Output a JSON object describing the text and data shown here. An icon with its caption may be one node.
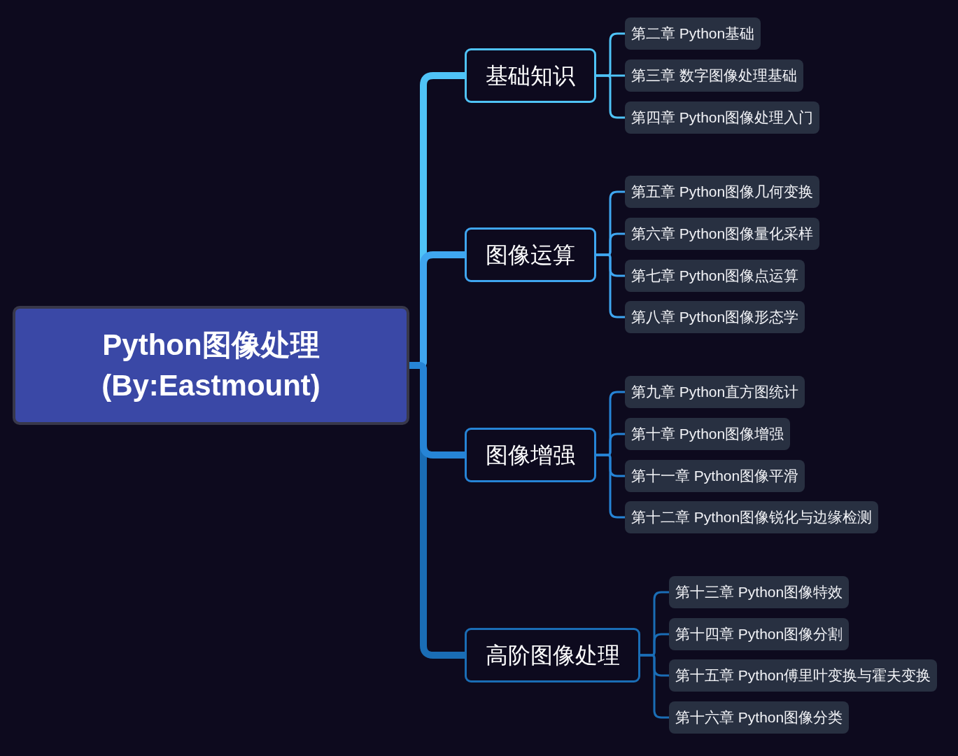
{
  "diagram": {
    "nodes": [
      {
        "text": [
          "Python图像处理",
          "(By:Eastmount)"
        ]
      },
      {
        "text": [
          "基础知识"
        ]
      },
      {
        "text": [
          "第二章 Python基础"
        ]
      },
      {
        "text": [
          "第三章 数字图像处理基础"
        ]
      },
      {
        "text": [
          "第四章 Python图像处理入门"
        ]
      },
      {
        "text": [
          "图像运算"
        ]
      },
      {
        "text": [
          "第五章 Python图像几何变换"
        ]
      },
      {
        "text": [
          "第六章 Python图像量化采样"
        ]
      },
      {
        "text": [
          "第七章 Python图像点运算"
        ]
      },
      {
        "text": [
          "第八章 Python图像形态学"
        ]
      },
      {
        "text": [
          "图像增强"
        ]
      },
      {
        "text": [
          "第九章 Python直方图统计"
        ]
      },
      {
        "text": [
          "第十章 Python图像增强"
        ]
      },
      {
        "text": [
          "第十一章 Python图像平滑"
        ]
      },
      {
        "text": [
          "第十二章 Python图像锐化与边缘检测"
        ]
      },
      {
        "text": [
          "高阶图像处理"
        ]
      },
      {
        "text": [
          "第十三章 Python图像特效"
        ]
      },
      {
        "text": [
          "第十四章 Python图像分割"
        ]
      },
      {
        "text": [
          "第十五章 Python傅里叶变换与霍夫变换"
        ]
      },
      {
        "text": [
          "第十六章 Python图像分类"
        ]
      }
    ],
    "edges": [
      {
        "from": 0,
        "to": 1,
        "arrow": "none",
        "style": "thick",
        "color": "#4fc3f7"
      },
      {
        "from": 1,
        "to": 2,
        "arrow": "none",
        "color": "#4fc3f7"
      },
      {
        "from": 1,
        "to": 3,
        "arrow": "none",
        "color": "#4fc3f7"
      },
      {
        "from": 1,
        "to": 4,
        "arrow": "none",
        "color": "#4fc3f7"
      },
      {
        "from": 0,
        "to": 5,
        "arrow": "none",
        "style": "thick",
        "color": "#3fa6f0"
      },
      {
        "from": 5,
        "to": 6,
        "arrow": "none",
        "color": "#3fa6f0"
      },
      {
        "from": 5,
        "to": 7,
        "arrow": "none",
        "color": "#3fa6f0"
      },
      {
        "from": 5,
        "to": 8,
        "arrow": "none",
        "color": "#3fa6f0"
      },
      {
        "from": 5,
        "to": 9,
        "arrow": "none",
        "color": "#3fa6f0"
      },
      {
        "from": 0,
        "to": 10,
        "arrow": "none",
        "style": "thick",
        "color": "#2684d6"
      },
      {
        "from": 10,
        "to": 11,
        "arrow": "none",
        "color": "#2684d6"
      },
      {
        "from": 10,
        "to": 12,
        "arrow": "none",
        "color": "#2684d6"
      },
      {
        "from": 10,
        "to": 13,
        "arrow": "none",
        "color": "#2684d6"
      },
      {
        "from": 10,
        "to": 14,
        "arrow": "none",
        "color": "#2684d6"
      },
      {
        "from": 0,
        "to": 15,
        "arrow": "none",
        "style": "thick",
        "color": "#1a6db5"
      },
      {
        "from": 15,
        "to": 16,
        "arrow": "none",
        "color": "#1a6db5"
      },
      {
        "from": 15,
        "to": 17,
        "arrow": "none",
        "color": "#1a6db5"
      },
      {
        "from": 15,
        "to": 18,
        "arrow": "none",
        "color": "#1a6db5"
      },
      {
        "from": 15,
        "to": 19,
        "arrow": "none",
        "color": "#1a6db5"
      }
    ]
  }
}
